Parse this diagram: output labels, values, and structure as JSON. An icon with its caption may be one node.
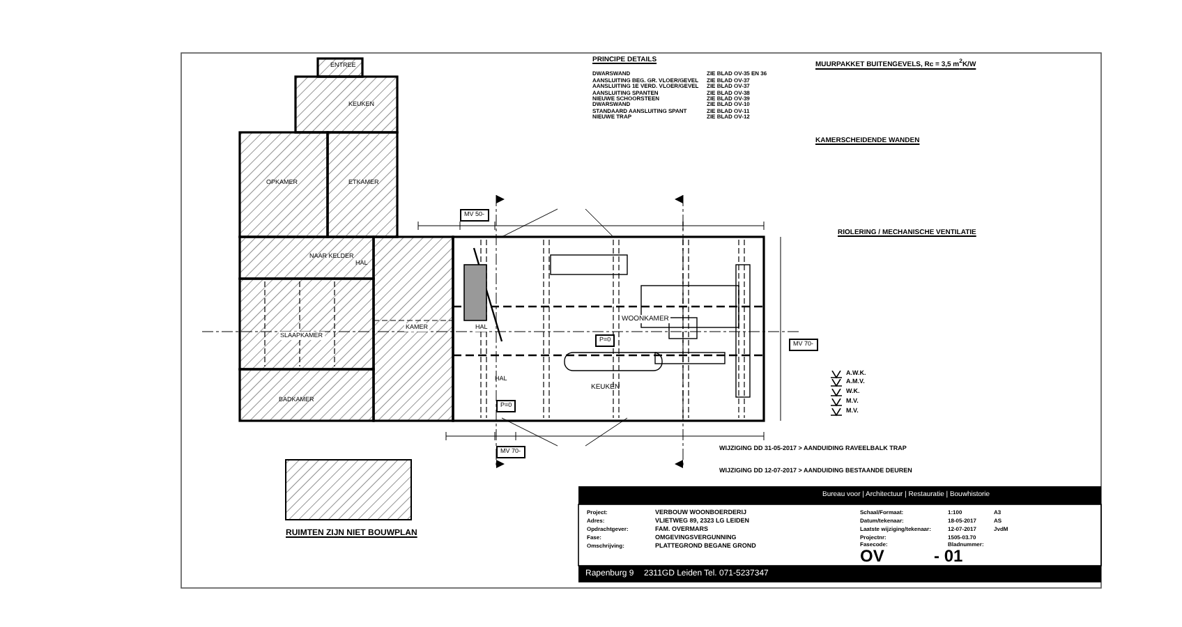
{
  "diagram": {
    "labels": [
      "PRINCIPE DETAILS",
      "DWARSWAND",
      "AANSLUITING BEG. GR. VLOER/GEVEL",
      "AANSLUITING 1E VERD. VLOER/GEVEL",
      "AANSLUITING SPANTEN",
      "NIEUWE SCHOORSTEEN",
      "DWARSWAND",
      "STANDAARD AANSLUITING SPANT",
      "NIEUWE TRAP",
      "ZIE BLAD OV-35 EN 36",
      "ZIE BLAD OV-37",
      "ZIE BLAD OV-37",
      "ZIE BLAD OV-38",
      "ZIE BLAD OV-39",
      "ZIE BLAD OV-10",
      "ZIE BLAD OV-11",
      "ZIE BLAD OV-12",
      "MUURPAKKET BUITENGEVELS, Rc = 3,5 m$^{2}$K/W",
      "KAMERSCHEIDENDE WANDEN",
      "RIOLERING / MECHANISCHE VENTILATIE",
      "A.W.K.",
      "A.M.V.",
      "W.K.",
      "M.V.",
      "M.V.",
      "ENTREE",
      "KEUKEN",
      "OPKAMER",
      "ETKAMER",
      "NAAR KELDER",
      "HAL",
      "SLAAPKAMER",
      "BADKAMER",
      "KAMER",
      "HAL",
      "WOONKAMER",
      "KEUKEN",
      "HAL",
      "P=0",
      "P=0",
      "MV 50-",
      "MV 70-",
      "MV 70-",
      "WIJZIGING DD 31-05-2017 > AANDUIDING RAVEELBALK TRAP",
      "WIJZIGING DD 12-07-2017 > AANDUIDING BESTAANDE DEUREN",
      "Bureau voor | Architectuur | Restauratie | Bouwhistorie",
      "Project:",
      "VERBOUW WOONBOERDERIJ",
      "Adres:",
      "VLIETWEG 89, 2323 LG LEIDEN",
      "Opdrachtgever:",
      "FAM. OVERMARS",
      "Fase:",
      "OMGEVINGSVERGUNNING",
      "Omschrijving:",
      "PLATTEGROND BEGANE GROND",
      "Schaal/Formaat:",
      "1:100",
      "A3",
      "Datum/tekenaar:",
      "18-05-2017",
      "AS",
      "Laatste wijziging/tekenaar:",
      "12-07-2017",
      "JvdM",
      "Projectnr:",
      "1505-03.70",
      "Fasecode:",
      "Bladnummer:",
      "OV",
      "- 01",
      "Rapenburg 9",
      "2311GD Leiden",
      "Tel. 071-5237347"
    ],
    "legend": [
      {
        "text": "RUIMTEN ZIJN NIET BOUWPLAN"
      }
    ]
  }
}
